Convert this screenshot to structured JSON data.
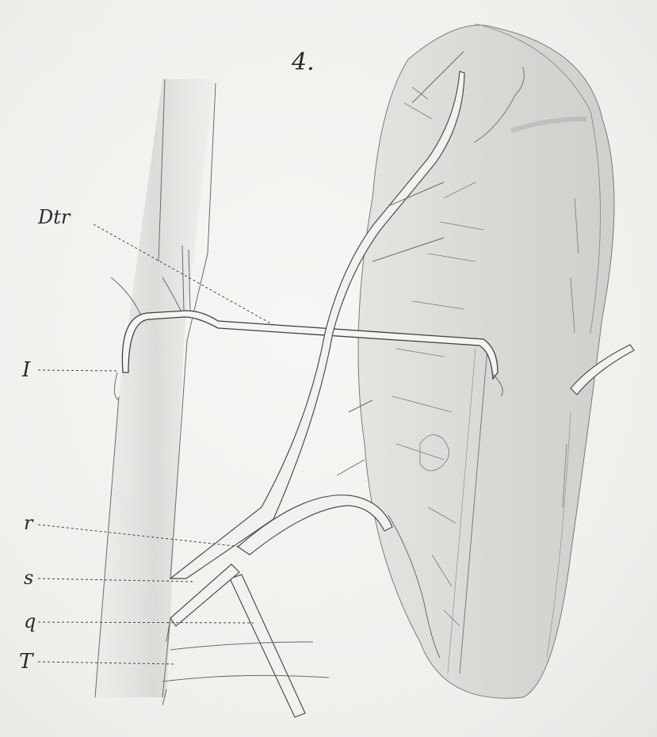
{
  "figure": {
    "number": "4."
  },
  "labels": {
    "Dtr": "Dtr",
    "I": "I",
    "r": "r",
    "s": "s",
    "q": "q",
    "T": "T"
  },
  "colors": {
    "paper": "#f3f3f1",
    "ink": "#4e4e4e",
    "shade": "#d9d9d6"
  }
}
